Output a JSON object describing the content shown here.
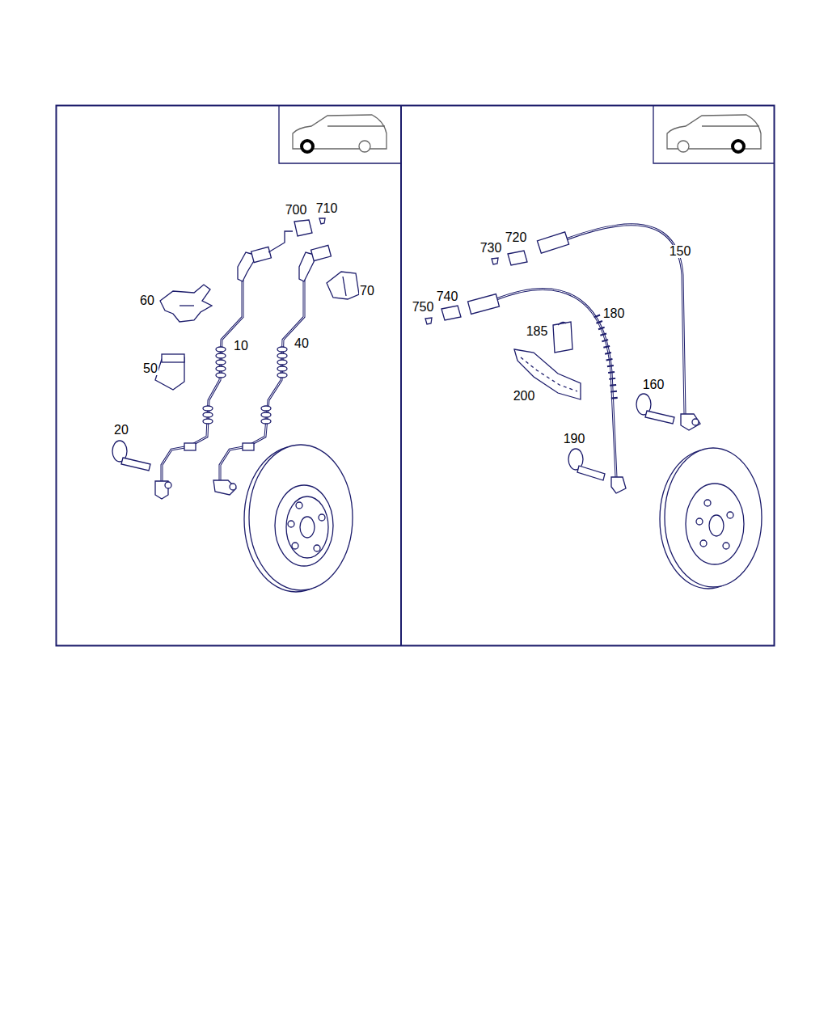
{
  "diagram": {
    "labels": [
      "700",
      "710",
      "60",
      "70",
      "10",
      "40",
      "50",
      "20",
      "730",
      "720",
      "150",
      "750",
      "740",
      "180",
      "185",
      "200",
      "160",
      "190"
    ]
  }
}
